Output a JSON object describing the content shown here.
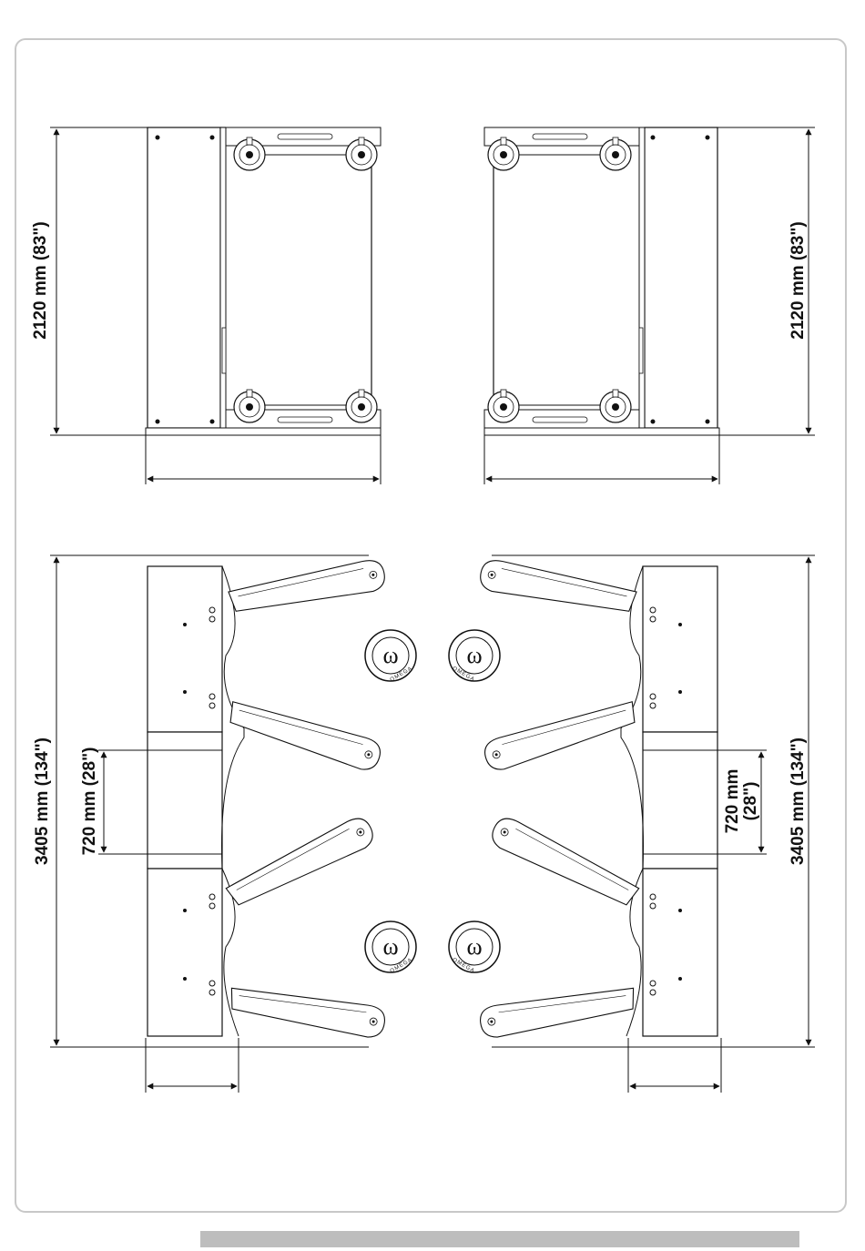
{
  "dimensions": {
    "top_left_height": "2120 mm (83\")",
    "top_right_height": "2120 mm (83\")",
    "bottom_left_length": "3405 mm (134\")",
    "bottom_right_length": "3405 mm (134\")",
    "bottom_left_spacing": "720 mm (28\")",
    "bottom_right_spacing_line1": "720 mm",
    "bottom_right_spacing_line2": "(28\")"
  },
  "logo": {
    "symbol": "ω",
    "brand": "OMEGA"
  },
  "colors": {
    "line": "#111111",
    "frame_border": "#c8c8c8",
    "footer_bar": "#bdbdbd"
  }
}
